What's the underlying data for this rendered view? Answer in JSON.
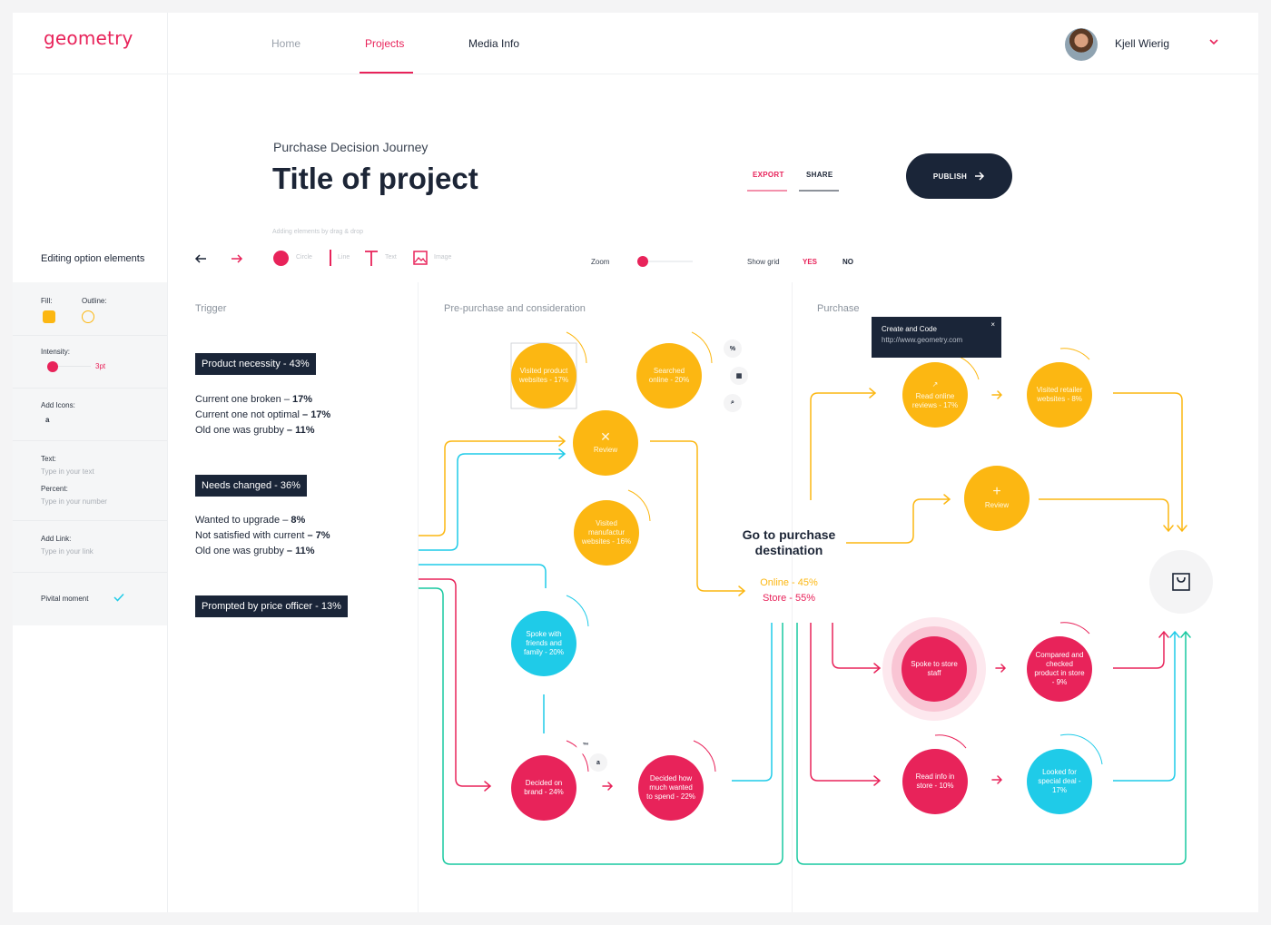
{
  "header": {
    "logo": "geometry",
    "nav": [
      "Home",
      "Projects",
      "Media Info"
    ],
    "user_name": "Kjell Wierig"
  },
  "project": {
    "subtitle": "Purchase Decision Journey",
    "title": "Title of project",
    "export_label": "EXPORT",
    "share_label": "SHARE",
    "publish_label": "PUBLISH"
  },
  "toolbar": {
    "hint": "Adding elements by drag & drop",
    "tools": [
      "Circle",
      "Line",
      "Text",
      "Image"
    ],
    "zoom_label": "Zoom",
    "zoom_level": 0.08,
    "grid_label": "Show grid",
    "grid_yes": "YES",
    "grid_no": "NO"
  },
  "sidebar": {
    "heading": "Editing option elements",
    "fill_label": "Fill:",
    "outline_label": "Outline:",
    "intensity_label": "Intensity:",
    "intensity_value": "3pt",
    "add_icons_label": "Add Icons:",
    "icon_glyph": "a",
    "text_label": "Text:",
    "text_placeholder": "Type in your text",
    "percent_label": "Percent:",
    "percent_placeholder": "Type in your number",
    "link_label": "Add Link:",
    "link_placeholder": "Type in your link",
    "pivotal_label": "Pivital moment",
    "pivotal_checked": true,
    "colors": {
      "fill": "#fcb712",
      "accent": "#e8235a"
    }
  },
  "columns": [
    "Trigger",
    "Pre-purchase and consideration",
    "Purchase"
  ],
  "triggers": [
    {
      "badge": "Product necessity - 43%",
      "reasons": [
        {
          "text": "Current one broken –",
          "value": "17%"
        },
        {
          "text": "Current one not optimal",
          "value": "– 17%"
        },
        {
          "text": "Old one was grubby ",
          "value": "– 11%"
        }
      ]
    },
    {
      "badge": "Needs changed - 36%",
      "reasons": [
        {
          "text": "Wanted to upgrade –",
          "value": "8%"
        },
        {
          "text": "Not satisfied with current",
          "value": "– 7%"
        },
        {
          "text": "Old one was grubby ",
          "value": "– 11%"
        }
      ]
    },
    {
      "badge": "Prompted by price officer - 13%",
      "reasons": []
    }
  ],
  "nodes": {
    "visited_product": "Visited product websites - 17%",
    "searched_online": "Searched online - 20%",
    "review1": "Review",
    "visited_manufacturer": "Visited manufactur websites - 16%",
    "spoke_friends": "Spoke with friends and family - 20%",
    "decided_brand": "Decided on brand - 24%",
    "decided_spend": "Decided how much wanted to spend - 22%",
    "read_online": "Read online reviews - 17%",
    "visited_retailer": "Visited retailer websites - 8%",
    "review2": "Review",
    "spoke_staff": "Spoke to store staff",
    "compared": "Compared and checked product in store - 9%",
    "read_store": "Read info in store - 10%",
    "looked_deal": "Looked for special deal - 17%"
  },
  "mini_icons": [
    "%",
    "▦",
    "⌕",
    "™",
    "a"
  ],
  "tooltip": {
    "title": "Create and Code",
    "url": "http://www.geometry.com",
    "close": "×"
  },
  "destination": {
    "title": "Go to purchase destination",
    "online": "Online - 45%",
    "store": "Store - 55%"
  }
}
